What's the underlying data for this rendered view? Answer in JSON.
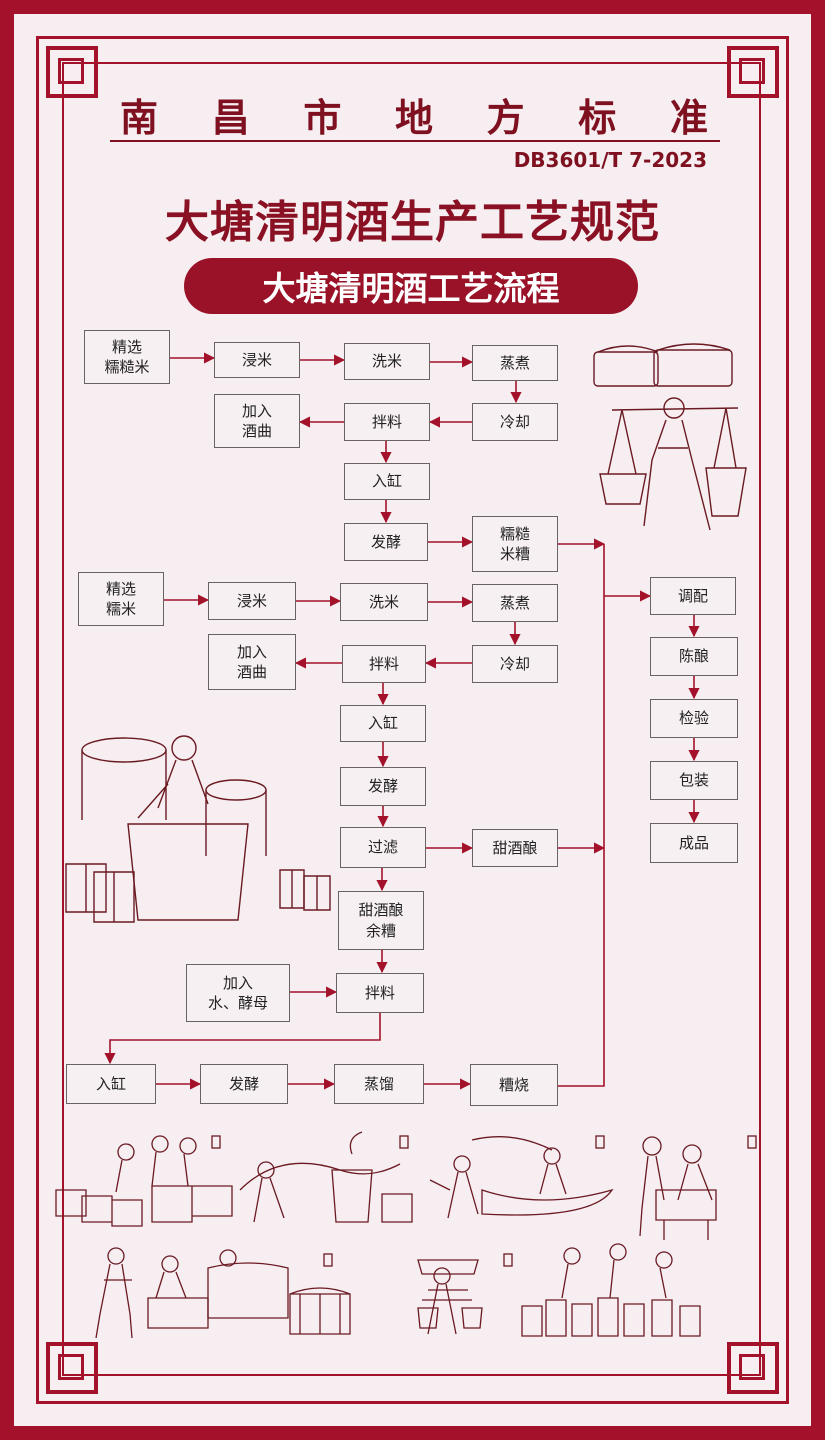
{
  "header": {
    "title_chars": [
      "南",
      "昌",
      "市",
      "地",
      "方",
      "标",
      "准"
    ],
    "standard_code": "DB3601/T 7-2023",
    "main_title": "大塘清明酒生产工艺规范",
    "sub_title": "大塘清明酒工艺流程"
  },
  "nodes": [
    {
      "id": "n1",
      "text": "精选\n糯糙米"
    },
    {
      "id": "n2",
      "text": "浸米"
    },
    {
      "id": "n3",
      "text": "洗米"
    },
    {
      "id": "n4",
      "text": "蒸煮"
    },
    {
      "id": "n5",
      "text": "冷却"
    },
    {
      "id": "n6",
      "text": "拌料"
    },
    {
      "id": "n7",
      "text": "加入\n酒曲"
    },
    {
      "id": "n8",
      "text": "入缸"
    },
    {
      "id": "n9",
      "text": "发酵"
    },
    {
      "id": "n10",
      "text": "糯糙\n米糟"
    },
    {
      "id": "m1",
      "text": "精选\n糯米"
    },
    {
      "id": "m2",
      "text": "浸米"
    },
    {
      "id": "m3",
      "text": "洗米"
    },
    {
      "id": "m4",
      "text": "蒸煮"
    },
    {
      "id": "m5",
      "text": "冷却"
    },
    {
      "id": "m6",
      "text": "拌料"
    },
    {
      "id": "m7",
      "text": "加入\n酒曲"
    },
    {
      "id": "m8",
      "text": "入缸"
    },
    {
      "id": "m9",
      "text": "发酵"
    },
    {
      "id": "m10",
      "text": "过滤"
    },
    {
      "id": "m11",
      "text": "甜酒酿"
    },
    {
      "id": "m12",
      "text": "甜酒酿\n余糟"
    },
    {
      "id": "m13",
      "text": "加入\n水、酵母"
    },
    {
      "id": "m14",
      "text": "拌料"
    },
    {
      "id": "b1",
      "text": "入缸"
    },
    {
      "id": "b2",
      "text": "发酵"
    },
    {
      "id": "b3",
      "text": "蒸馏"
    },
    {
      "id": "b4",
      "text": "糟烧"
    },
    {
      "id": "r1",
      "text": "调配"
    },
    {
      "id": "r2",
      "text": "陈酿"
    },
    {
      "id": "r3",
      "text": "检验"
    },
    {
      "id": "r4",
      "text": "包装"
    },
    {
      "id": "r5",
      "text": "成品"
    }
  ],
  "colors": {
    "frame": "#a3122a",
    "line": "#a3122a",
    "text": "#222222"
  }
}
